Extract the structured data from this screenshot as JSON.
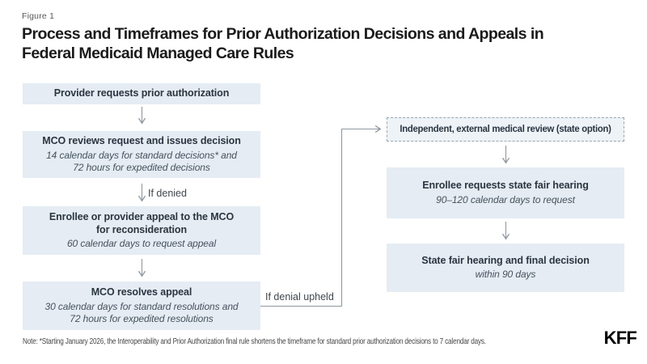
{
  "figure_label": "Figure 1",
  "title": {
    "line1": "Process and Timeframes for Prior Authorization Decisions and Appeals in",
    "line2": "Federal Medicaid Managed Care Rules"
  },
  "flow": {
    "provider_request": {
      "title": "Provider requests prior authorization"
    },
    "mco_review": {
      "title": "MCO reviews request and issues decision",
      "detail1": "14 calendar days for standard decisions* and",
      "detail2": "72 hours for expedited decisions"
    },
    "if_denied_label": "If denied",
    "mco_appeal": {
      "title_line1": "Enrollee or provider appeal to the MCO",
      "title_line2": "for reconsideration",
      "detail1": "60 calendar days to request appeal"
    },
    "mco_resolution": {
      "title": "MCO resolves appeal",
      "detail1": "30 calendar days for standard resolutions and",
      "detail2": "72 hours for expedited resolutions"
    },
    "if_denial_upheld_label": "If denial upheld",
    "external_review": {
      "title": "Independent, external medical review (state option)"
    },
    "fair_hearing_request": {
      "title": "Enrollee requests state fair hearing",
      "detail1": "90–120 calendar days to request"
    },
    "fair_hearing_decision": {
      "title": "State fair hearing and final decision",
      "detail1": "within 90 days"
    }
  },
  "note": "Note: *Starting January 2026, the Interoperability and Prior Authorization final rule shortens the timeframe for standard prior authorization decisions to 7 calendar days.",
  "logo": "KFF",
  "colors": {
    "box_fill": "#e5ecf3",
    "dashed_box_fill": "#eef3f8",
    "dashed_border": "#9aa6b0",
    "arrow": "#8f99a2",
    "title_text": "#1b1b1b",
    "box_title_text": "#2b3540",
    "box_detail_text": "#46525e",
    "note_text": "#454545"
  }
}
